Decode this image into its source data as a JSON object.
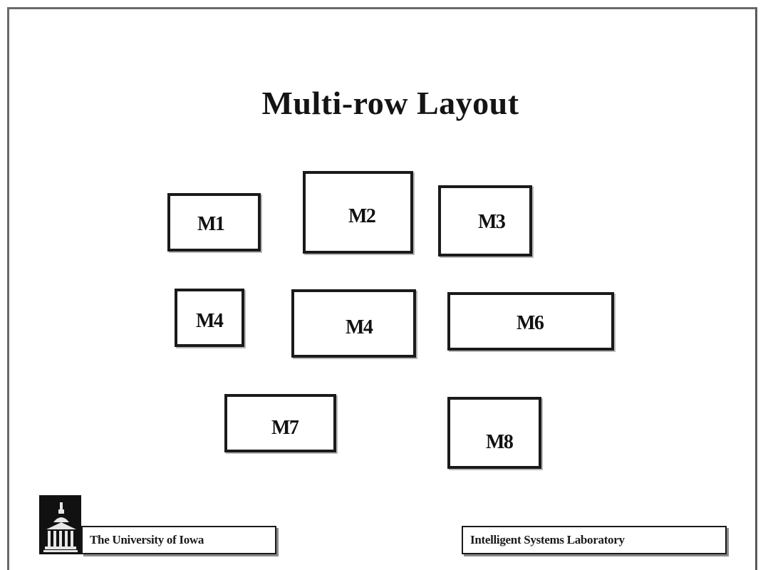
{
  "title": "Multi-row Layout",
  "machines": [
    {
      "id": "m1",
      "label": "M1"
    },
    {
      "id": "m2",
      "label": "M2"
    },
    {
      "id": "m3",
      "label": "M3"
    },
    {
      "id": "m4a",
      "label": "M4"
    },
    {
      "id": "m4b",
      "label": "M4"
    },
    {
      "id": "m6",
      "label": "M6"
    },
    {
      "id": "m7",
      "label": "M7"
    },
    {
      "id": "m8",
      "label": "M8"
    }
  ],
  "footer": {
    "left_label": "The University of Iowa",
    "right_label": "Intelligent Systems Laboratory",
    "logo_icon": "university-building-icon"
  }
}
